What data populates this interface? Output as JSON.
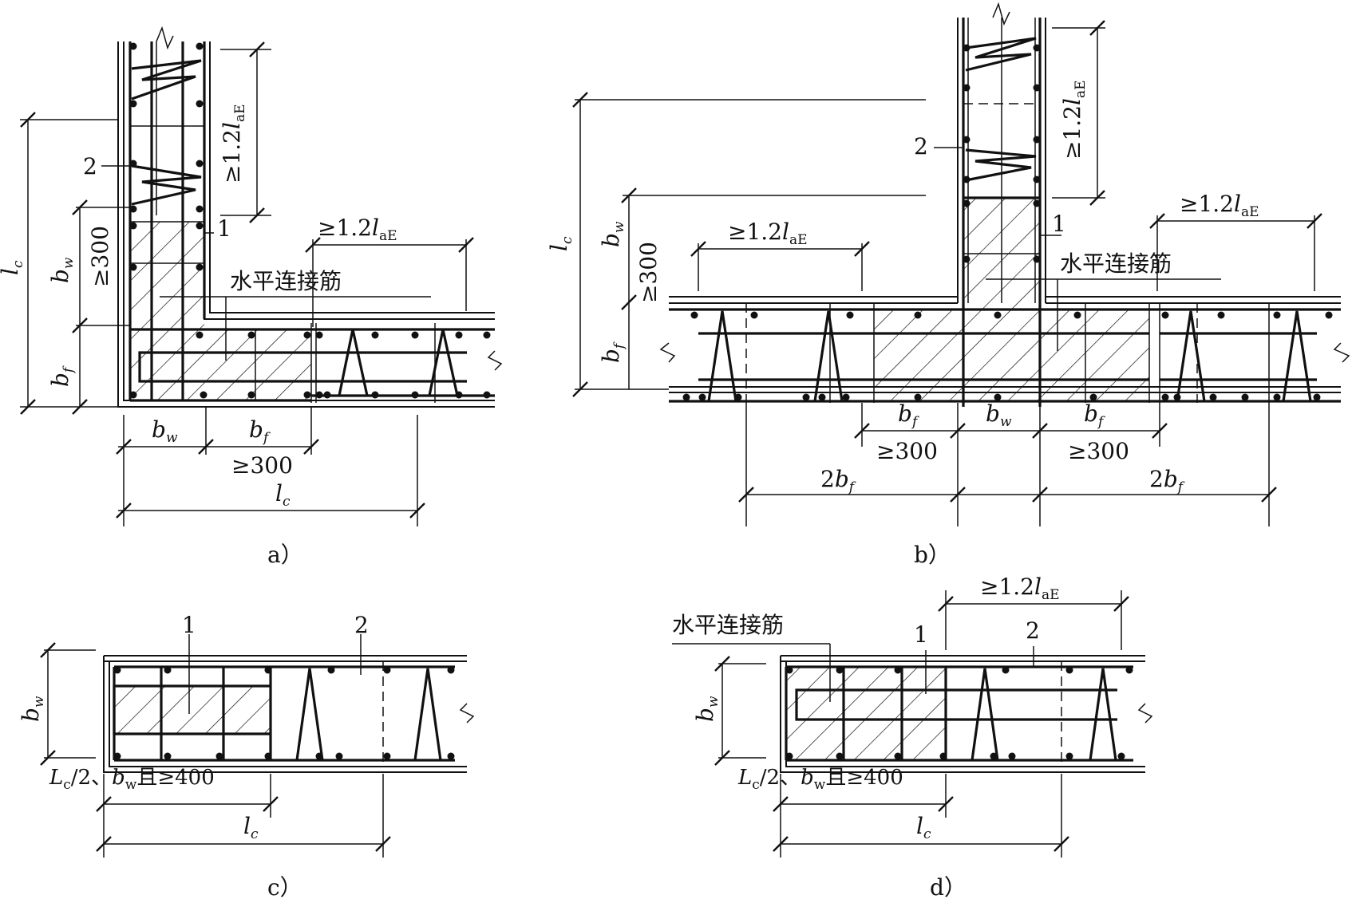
{
  "labels": {
    "ge12laE": "≥1.2",
    "l_sym": "l",
    "aE_sub": "aE",
    "c_sub": "c",
    "w_sub": "w",
    "f_sub": "f",
    "b_sym": "b",
    "two_b": "2",
    "L_sym": "L",
    "ge300": "≥300",
    "item1": "1",
    "item2": "2",
    "horizontal_bar": "水平连接筋",
    "lc_note_tail": "/2、",
    "lc_note_end": "且≥400",
    "lc_note_end_c": "且≥400"
  },
  "captions": {
    "a": "a）",
    "b": "b）",
    "c": "c）",
    "d": "d）"
  }
}
